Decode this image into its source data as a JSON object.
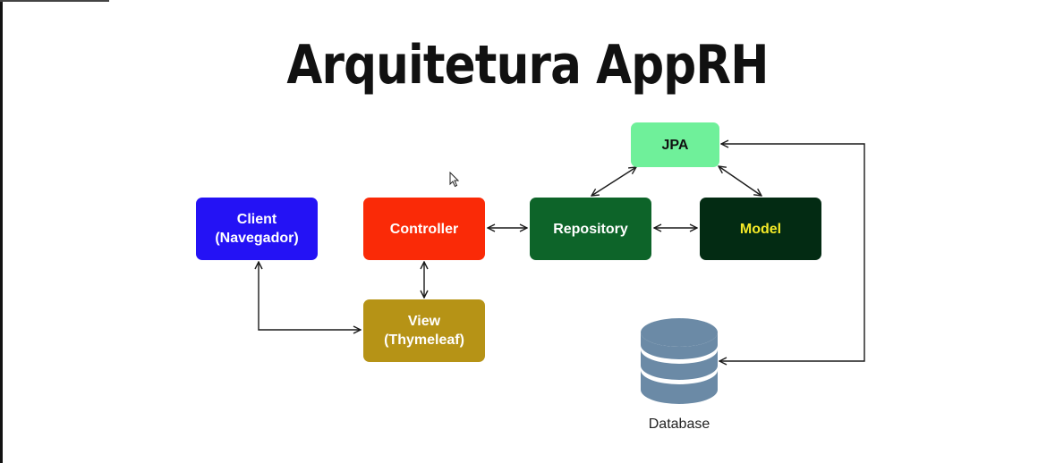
{
  "title": "Arquitetura AppRH",
  "nodes": {
    "client": {
      "label": "Client\n(Navegador)",
      "bg": "#2412f5",
      "fg": "#ffffff"
    },
    "controller": {
      "label": "Controller",
      "bg": "#fa2a07",
      "fg": "#ffffff"
    },
    "repository": {
      "label": "Repository",
      "bg": "#0d6429",
      "fg": "#ffffff"
    },
    "model": {
      "label": "Model",
      "bg": "#032b13",
      "fg": "#f5ea28"
    },
    "jpa": {
      "label": "JPA",
      "bg": "#6ff09a",
      "fg": "#111111"
    },
    "view": {
      "label": "View\n(Thymeleaf)",
      "bg": "#b69316",
      "fg": "#ffffff"
    }
  },
  "database": {
    "label": "Database",
    "color": "#6b8aa6"
  },
  "connections": [
    {
      "from": "controller",
      "to": "repository",
      "arrows": "both"
    },
    {
      "from": "repository",
      "to": "model",
      "arrows": "both"
    },
    {
      "from": "repository",
      "to": "jpa",
      "arrows": "both"
    },
    {
      "from": "model",
      "to": "jpa",
      "arrows": "both"
    },
    {
      "from": "controller",
      "to": "view",
      "arrows": "both"
    },
    {
      "from": "client",
      "to": "view",
      "arrows": "both"
    },
    {
      "from": "database",
      "to": "jpa",
      "arrows": "both"
    }
  ]
}
